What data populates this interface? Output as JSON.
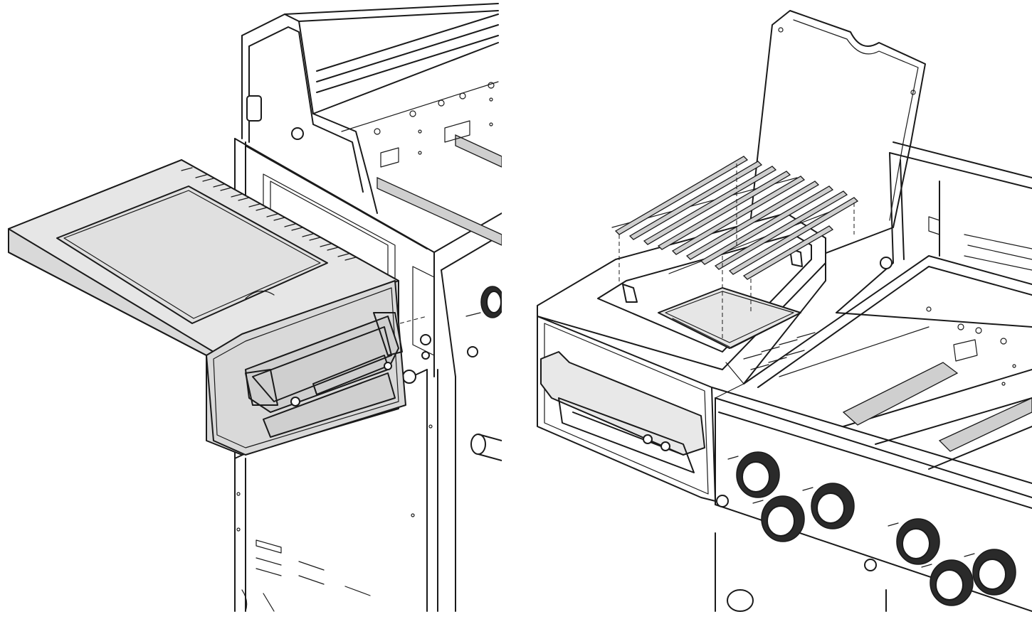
{
  "figure": {
    "panels": [
      {
        "id": "left",
        "subject": "side-shelf-attached-to-grill-cart"
      },
      {
        "id": "right",
        "subject": "side-burner-grate-placement"
      }
    ],
    "colors": {
      "line": "#1a1a1a",
      "highlight_fill": "#d9d9d9",
      "background": "#ffffff"
    },
    "right_panel_knob_count": 6
  }
}
